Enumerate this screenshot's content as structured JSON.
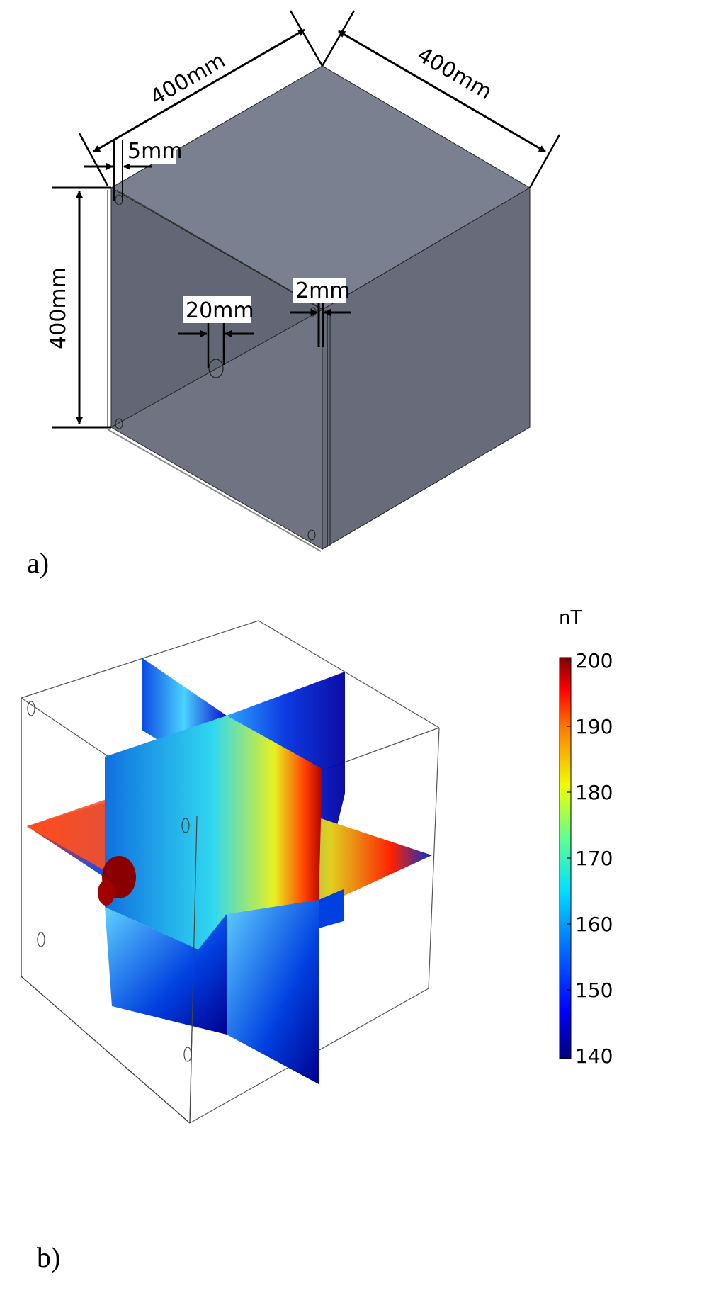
{
  "panel_a": {
    "label": "a)",
    "dimensions": {
      "top_left_edge": "400mm",
      "top_right_edge": "400mm",
      "height": "400mm",
      "wall_thickness": "5mm",
      "hole_diameter": "20mm",
      "gap": "2mm"
    }
  },
  "panel_b": {
    "label": "b)",
    "colorbar": {
      "unit": "nT",
      "ticks": [
        "200",
        "190",
        "180",
        "170",
        "160",
        "150",
        "140"
      ],
      "min": 140,
      "max": 200,
      "colormap": "rainbow"
    }
  },
  "colors": {
    "box_top": "#7b8090",
    "box_front": "#636775",
    "box_right": "#676b7a",
    "box_inner": "#6f7382"
  }
}
